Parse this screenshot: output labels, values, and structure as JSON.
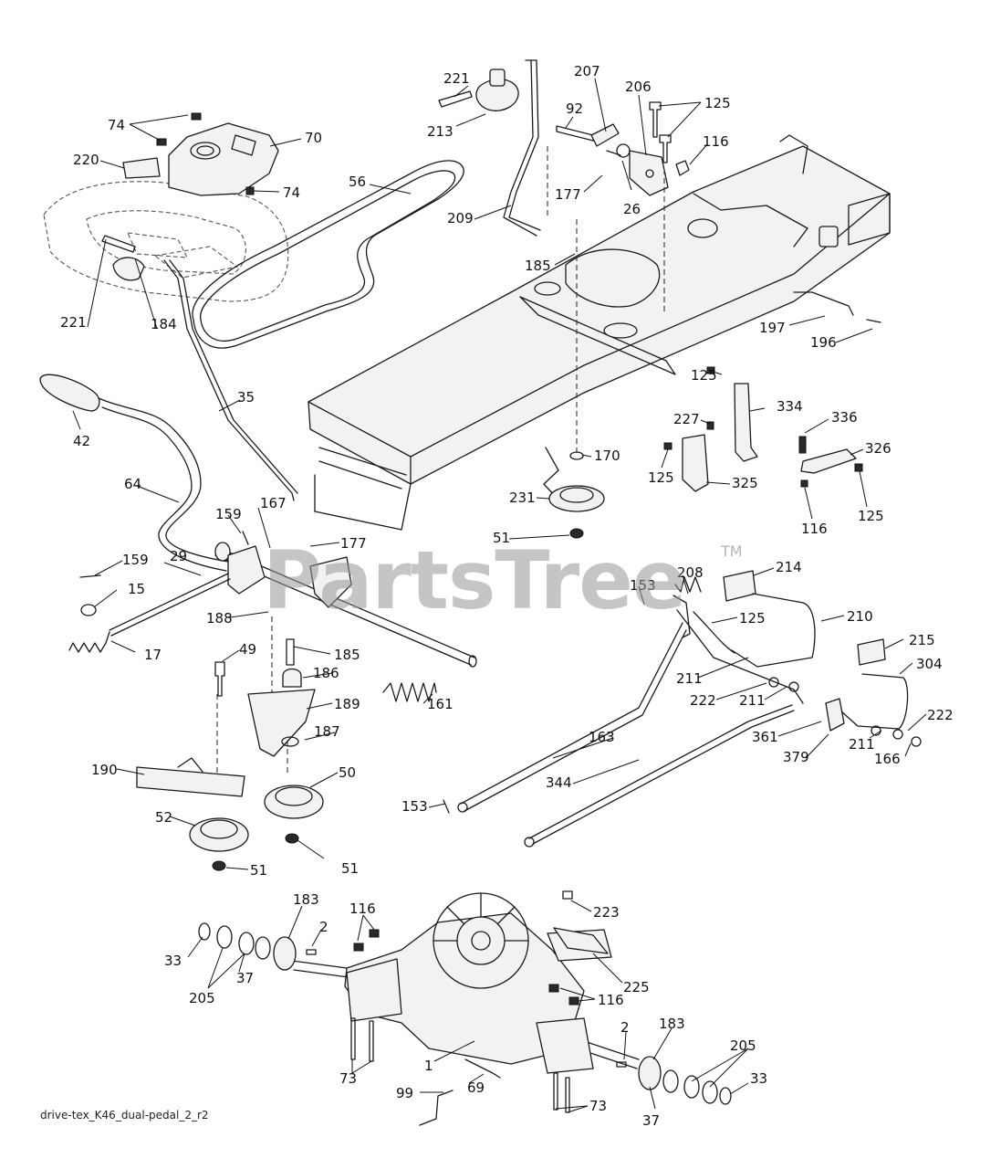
{
  "watermark": "PartsTree",
  "watermark_tm": "TM",
  "file_label": "drive-tex_K46_dual-pedal_2_r2",
  "callouts": {
    "c221a": "221",
    "c213": "213",
    "c207": "207",
    "c206": "206",
    "c125a": "125",
    "c92": "92",
    "c116a": "116",
    "c74a": "74",
    "c70": "70",
    "c220": "220",
    "c74b": "74",
    "c56": "56",
    "c177a": "177",
    "c26": "26",
    "c209": "209",
    "c185a": "185",
    "c221b": "221",
    "c184": "184",
    "c197": "197",
    "c196": "196",
    "c42": "42",
    "c35": "35",
    "c125b": "125",
    "c334": "334",
    "c227": "227",
    "c336": "336",
    "c326": "326",
    "c170": "170",
    "c125c": "125",
    "c325": "325",
    "c116b": "116",
    "c125d": "125",
    "c231": "231",
    "c51a": "51",
    "c64": "64",
    "c159a": "159",
    "c167": "167",
    "c177b": "177",
    "c159b": "159",
    "c29": "29",
    "c15": "15",
    "c188": "188",
    "c17": "17",
    "c153a": "153",
    "c208": "208",
    "c214": "214",
    "c125e": "125",
    "c210": "210",
    "c215": "215",
    "c304": "304",
    "c49": "49",
    "c185b": "185",
    "c186": "186",
    "c189": "189",
    "c161": "161",
    "c187": "187",
    "c211a": "211",
    "c222a": "222",
    "c211b": "211",
    "c222b": "222",
    "c361": "361",
    "c211c": "211",
    "c379": "379",
    "c166": "166",
    "c163": "163",
    "c190": "190",
    "c50": "50",
    "c52": "52",
    "c344": "344",
    "c153b": "153",
    "c51b": "51",
    "c51c": "51",
    "c183a": "183",
    "c116c": "116",
    "c223": "223",
    "c2a": "2",
    "c33a": "33",
    "c37a": "37",
    "c205a": "205",
    "c225": "225",
    "c116d": "116",
    "c183b": "183",
    "c2b": "2",
    "c205b": "205",
    "c1": "1",
    "c73a": "73",
    "c69": "69",
    "c99": "99",
    "c33b": "33",
    "c73b": "73",
    "c37b": "37"
  }
}
